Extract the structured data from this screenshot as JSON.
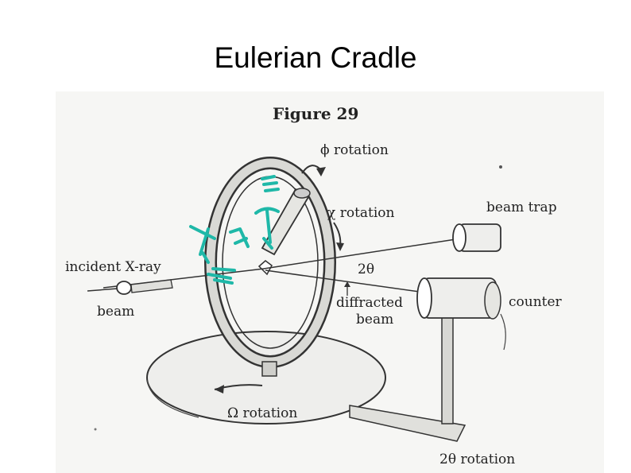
{
  "slide": {
    "title": "Eulerian Cradle"
  },
  "figure": {
    "caption": "Figure 29",
    "labels": {
      "phi_rotation": "ϕ rotation",
      "chi_rotation": "χ rotation",
      "beam_trap": "beam trap",
      "incident_xray": "incident X-ray",
      "beam": "beam",
      "two_theta": "2θ",
      "diffracted": "diffracted",
      "diffracted_beam": "beam",
      "counter": "counter",
      "omega_rotation": "Ω rotation",
      "two_theta_rotation": "2θ rotation"
    },
    "colors": {
      "ink": "#333333",
      "annotation_pen": "#1fb8a8"
    }
  }
}
